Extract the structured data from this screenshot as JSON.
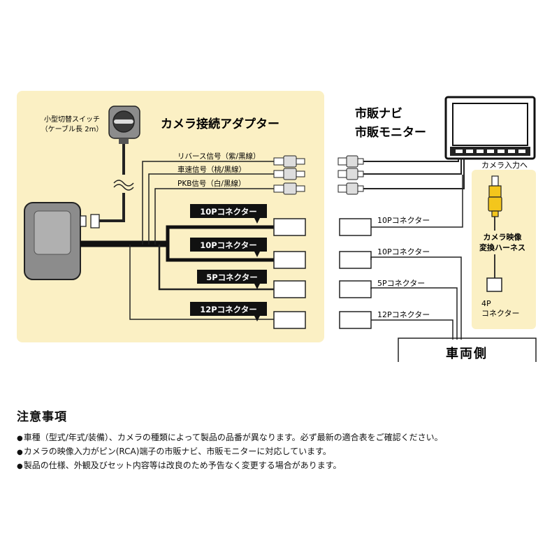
{
  "adapter": {
    "title": "カメラ接続アダプター",
    "switch_label_line1": "小型切替スイッチ",
    "switch_label_line2": "（ケーブル長 2m）",
    "signals": [
      "リバース信号（紫/黒線）",
      "車速信号（桃/黒線）",
      "PKB信号（白/黒線）"
    ],
    "connector_tags": [
      "10Pコネクター",
      "10Pコネクター",
      "5Pコネクター",
      "12Pコネクター"
    ]
  },
  "monitor": {
    "title_line1": "市販ナビ",
    "title_line2": "市販モニター",
    "camera_input_label": "カメラ入力へ"
  },
  "harness": {
    "label_line1": "カメラ映像",
    "label_line2": "変換ハーネス",
    "connector_line1": "4P",
    "connector_line2": "コネクター"
  },
  "vehicle": {
    "connectors": [
      "10Pコネクター",
      "10Pコネクター",
      "5Pコネクター",
      "12Pコネクター"
    ],
    "side_label": "車両側"
  },
  "notes": {
    "title": "注意事項",
    "bullet": "●",
    "items": [
      "車種（型式/年式/装備）、カメラの種類によって製品の品番が異なります。必ず最新の適合表をご確認ください。",
      "カメラの映像入力がピン(RCA)端子の市販ナビ、市販モニターに対応しています。",
      "製品の仕様、外観及びセット内容等は改良のため予告なく変更する場合があります。"
    ]
  },
  "colors": {
    "panel_bg": "#fbf0c4",
    "rca_yellow": "#f3c61c",
    "wire": "#222222",
    "module_gray": "#8c8c8c"
  }
}
